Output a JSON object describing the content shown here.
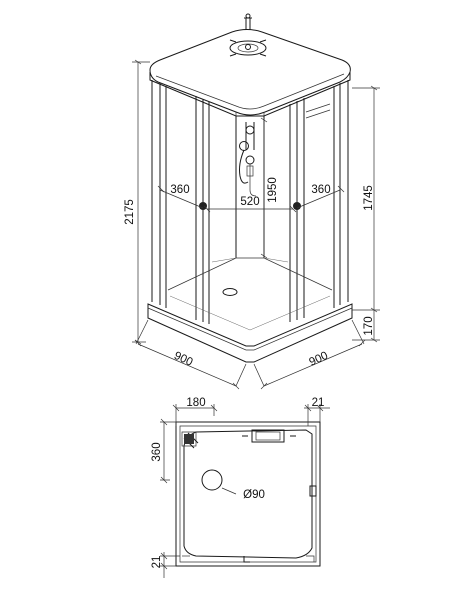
{
  "dimensions": {
    "total_height": "2175",
    "cabin_height": "1745",
    "tray_height": "170",
    "door_height": "1950",
    "door_width": "520",
    "side_left": "360",
    "side_right": "360",
    "depth_left": "900",
    "depth_right": "900",
    "plan_top_left": "180",
    "plan_top_right": "21",
    "plan_left_top": "360",
    "plan_left_bottom": "21",
    "drain_diameter": "Ø90"
  }
}
